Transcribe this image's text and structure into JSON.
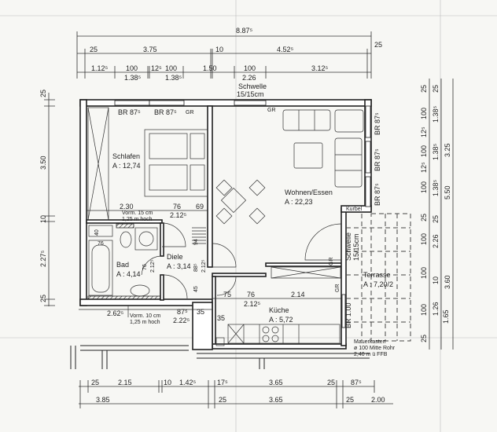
{
  "rooms": {
    "schlafen": {
      "name": "Schlafen",
      "area": "A : 12,74"
    },
    "wohnen": {
      "name": "Wohnen/Essen",
      "area": "A : 22,23"
    },
    "bad": {
      "name": "Bad",
      "area": "A : 4,14"
    },
    "diele": {
      "name": "Diele",
      "area": "A : 3,14"
    },
    "kueche": {
      "name": "Küche",
      "area": "A : 5,72"
    },
    "terrasse": {
      "name": "Terrasse",
      "area": "A : 7,20/2"
    }
  },
  "notes": {
    "schwelle_top": [
      "Schwelle",
      "15/15cm"
    ],
    "schwelle_right": [
      "Schwelle",
      "15/15cm"
    ],
    "kurbel": "Kurbel",
    "vorm_top": [
      "Vorm. 15 cm",
      "1,25 m hoch"
    ],
    "vorm_bottom": [
      "Vorm. 10 cm",
      "1,25 m hoch"
    ],
    "mauerkasten": [
      "Mauerkasten",
      "ø 100 Mitte Rohr",
      "2,40 m ü FFB"
    ]
  },
  "windows": {
    "br1": "BR 87⁵",
    "br2": "BR 87⁵",
    "gr1": "GR",
    "gr2": "GR",
    "br_r1": "BR 87⁵",
    "br_r2": "BR 87⁵",
    "br_r3": "BR 87⁵",
    "br_terr": "BR 1.00",
    "gr_r1": "GR",
    "gr_r2": "GR"
  },
  "dims_top": {
    "total": "8.87⁵",
    "row2": [
      "25",
      "3.75",
      "10",
      "4.52⁵",
      "25"
    ],
    "row3_top": [
      "1.12⁵",
      "100",
      "12⁵",
      "100",
      "1.50",
      "100",
      "3.12⁵"
    ],
    "row3_bottom": [
      "1.38⁵",
      "1.38⁵",
      "2.26"
    ]
  },
  "dims_left": [
    "25",
    "3.50",
    "10",
    "2.27⁵",
    "25"
  ],
  "dims_right": {
    "col1": [
      "25",
      "100",
      "12⁵",
      "100",
      "12⁵",
      "100",
      "25",
      "100",
      "100",
      "100",
      "25"
    ],
    "col2": [
      "25",
      "1.38⁵",
      "1.38⁵",
      "1.38⁵",
      "25",
      "2.26",
      "10",
      "1.26",
      "1.65"
    ],
    "col3": [
      "3.25",
      "5.50",
      "3.60"
    ]
  },
  "dims_bottom": {
    "row1": [
      "25",
      "2.15",
      "10",
      "1.42⁵",
      "17⁵",
      "3.65",
      "25",
      "87⁵"
    ],
    "row2": [
      "3.85",
      "25",
      "3.65",
      "25",
      "2.00"
    ]
  },
  "dims_inner": {
    "schlafen_w": "2.30",
    "d76a": "76",
    "d69": "69",
    "d212a": "2.12⁵",
    "d75": "75",
    "d76b": "76",
    "d212b": "2.12⁵",
    "d214": "2.14",
    "d262": "2.62⁵",
    "d875": "87⁵",
    "d222": "2.22⁵",
    "d35a": "35",
    "d35b": "35",
    "d40": "40",
    "d76c": "76",
    "d76d": "76",
    "d94": "94",
    "d885": "88⁵",
    "d45": "45",
    "d212c": "2.12⁵",
    "d212d": "2.12⁵"
  }
}
